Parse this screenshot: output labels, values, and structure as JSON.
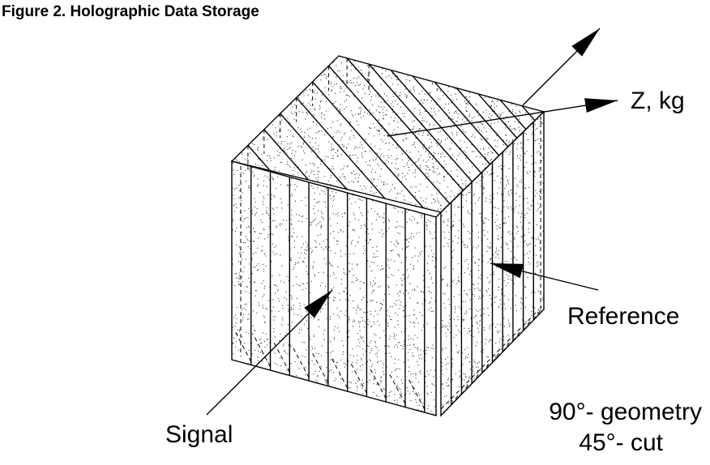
{
  "title": "Figure 2.  Holographic Data Storage",
  "labels": {
    "z_axis": "Z, kg",
    "reference": "Reference",
    "signal": "Signal",
    "geometry": "90°- geometry",
    "cut": "45°- cut"
  },
  "colors": {
    "ink": "#000000",
    "background": "#ffffff"
  }
}
